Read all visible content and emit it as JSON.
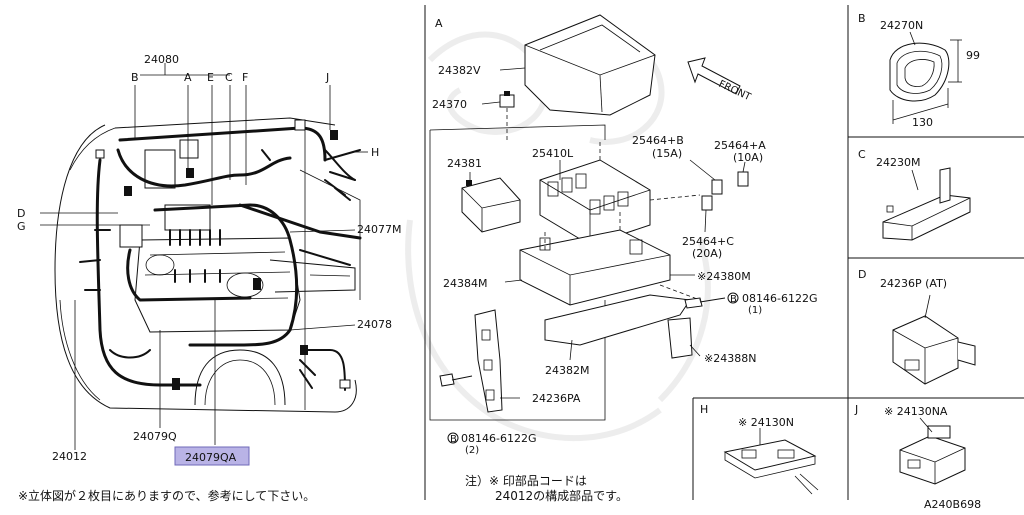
{
  "diagram_id": "A240B698",
  "harness_labels": {
    "p24080": "24080",
    "p24077M": "24077M",
    "p24078": "24078",
    "p24012": "24012",
    "p24079Q": "24079Q",
    "p24079QA": "24079QA",
    "B": "B",
    "A": "A",
    "E": "E",
    "C": "C",
    "F": "F",
    "J": "J",
    "H": "H",
    "D": "D",
    "G": "G"
  },
  "panel_A": {
    "letter": "A",
    "front": "FRONT",
    "p24382V": "24382V",
    "p24370": "24370",
    "p24381": "24381",
    "p25410L": "25410L",
    "p25464B": "25464+B",
    "p25464B_amp": "(15A)",
    "p25464A": "25464+A",
    "p25464A_amp": "(10A)",
    "p25464C": "25464+C",
    "p25464C_amp": "(20A)",
    "p24384M": "24384M",
    "p24380M": "※24380M",
    "bolt_top": "08146-6122G",
    "bolt_top_qty": "(1)",
    "bolt_circle": "B",
    "p24388N": "※24388N",
    "p24382M": "24382M",
    "p24236PA": "24236PA",
    "bolt_bottom": "08146-6122G",
    "bolt_bottom_qty": "(2)"
  },
  "panel_B": {
    "letter": "B",
    "part": "24270N",
    "dim_h": "99",
    "dim_w": "130"
  },
  "panel_C": {
    "letter": "C",
    "part": "24230M"
  },
  "panel_D": {
    "letter": "D",
    "part": "24236P (AT)"
  },
  "panel_H": {
    "letter": "H",
    "part": "※ 24130N"
  },
  "panel_J": {
    "letter": "J",
    "part": "※ 24130NA"
  },
  "footnote_left": "※立体図が２枚目にありますので、参考にして下さい。",
  "footnote_center_1": "注）※ 印部品コードは",
  "footnote_center_2": "24012の構成部品です。",
  "highlight_color": "#b9b3e6"
}
